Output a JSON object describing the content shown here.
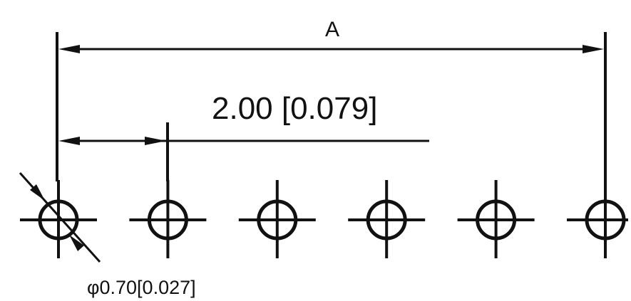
{
  "dimensions": {
    "overall_label": "A",
    "pitch_label": "2.00 [0.079]",
    "hole_diameter_label": "φ0.70[0.027]"
  },
  "hole_count": 6,
  "colors": {
    "line": "#111111",
    "background": "#ffffff"
  }
}
